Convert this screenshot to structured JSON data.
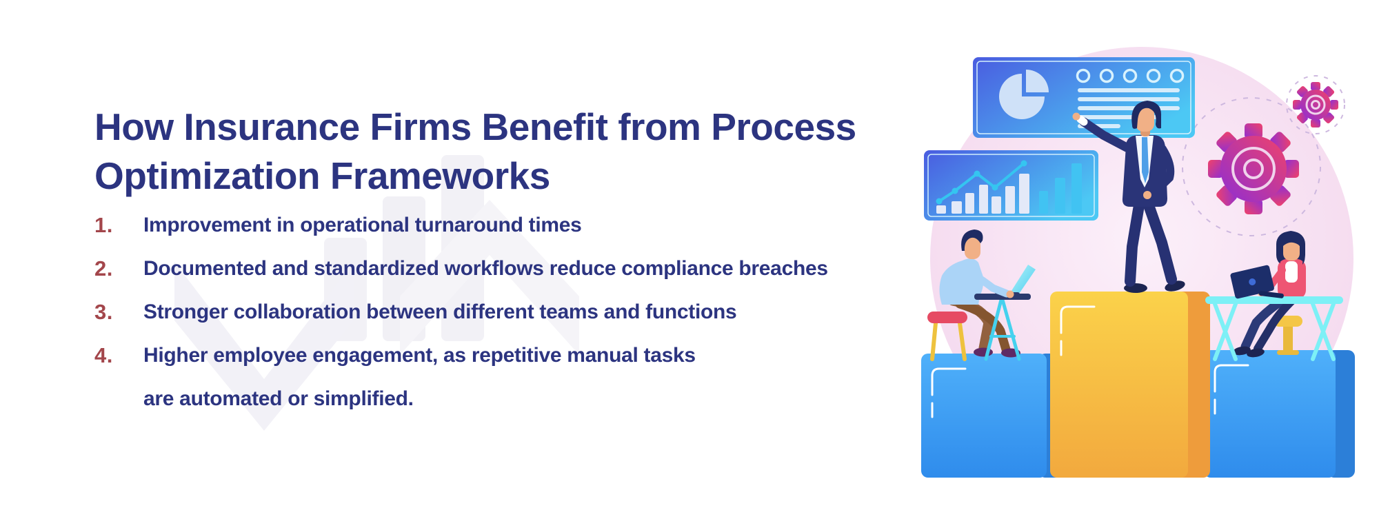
{
  "page": {
    "title": {
      "full": "How Insurance Firms Benefit from Process Optimization Frameworks",
      "lines": [
        "How Insurance Firms Benefit from Process",
        "Optimization Frameworks"
      ]
    }
  },
  "benefits": {
    "items": [
      {
        "number": "1.",
        "lines": [
          "Improvement in operational turnaround times"
        ]
      },
      {
        "number": "2.",
        "lines": [
          "Documented and standardized workflows reduce compliance breaches"
        ]
      },
      {
        "number": "3.",
        "lines": [
          "Stronger collaboration between different teams and functions"
        ]
      },
      {
        "number": "4.",
        "lines": [
          "Higher employee engagement, as repetitive manual tasks",
          "are automated or simplified."
        ]
      }
    ]
  },
  "illustration": {
    "description": "Flat vector scene: presenter in a suit standing on the tallest yellow podium pointing at a blue dashboard with a pie chart, a blue analytics panel with bar and line charts, purple-pink gears, and two coworkers on blue podiums working on laptops at desks, all over a soft pink circle",
    "parts": [
      "pink-circle-backdrop",
      "dashboard-panel",
      "pie-chart",
      "analytics-panel",
      "bar-chart",
      "line-graph",
      "gear-large",
      "gear-small",
      "podium-left",
      "podium-center",
      "podium-right",
      "presenter-man",
      "man-at-desk",
      "woman-at-laptop"
    ]
  },
  "colors": {
    "heading_text": "#2c3480",
    "list_text": "#2c3480",
    "list_number": "#a3464b",
    "panel_blue": "#4a5ce0",
    "panel_cyan": "#4cc8f4",
    "gear_purple": "#8f2ed3",
    "gear_pink": "#f0426a",
    "podium_blue": "#42a4f8",
    "podium_yellow": "#f9c844",
    "backdrop_pink": "#f6dff2",
    "furniture_cyan": "#63e7f2",
    "stool_red": "#e64a63",
    "suit_navy": "#273173"
  }
}
